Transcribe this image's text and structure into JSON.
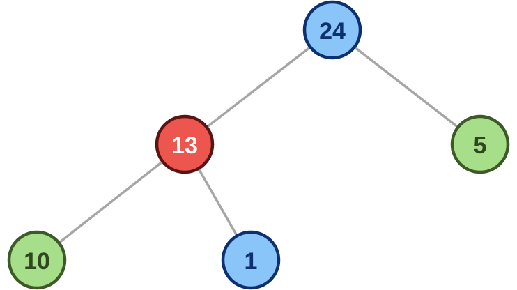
{
  "tree": {
    "nodes": [
      {
        "id": "n24",
        "label": "24",
        "style": "blue"
      },
      {
        "id": "n13",
        "label": "13",
        "style": "red"
      },
      {
        "id": "n5",
        "label": "5",
        "style": "green"
      },
      {
        "id": "n10",
        "label": "10",
        "style": "green"
      },
      {
        "id": "n1",
        "label": "1",
        "style": "blue"
      }
    ],
    "edges": [
      {
        "from": "n24",
        "to": "n13"
      },
      {
        "from": "n24",
        "to": "n5"
      },
      {
        "from": "n13",
        "to": "n10"
      },
      {
        "from": "n13",
        "to": "n1"
      }
    ]
  },
  "palette": {
    "blue": {
      "fill": "#89c5f8",
      "stroke": "#0c3070",
      "text": "#0c3070"
    },
    "red": {
      "fill": "#ec564e",
      "stroke": "#5a1414",
      "text": "#ffffff"
    },
    "green": {
      "fill": "#a7de89",
      "stroke": "#3b5a27",
      "text": "#2f4720"
    },
    "edge": "#a6a6a6"
  }
}
